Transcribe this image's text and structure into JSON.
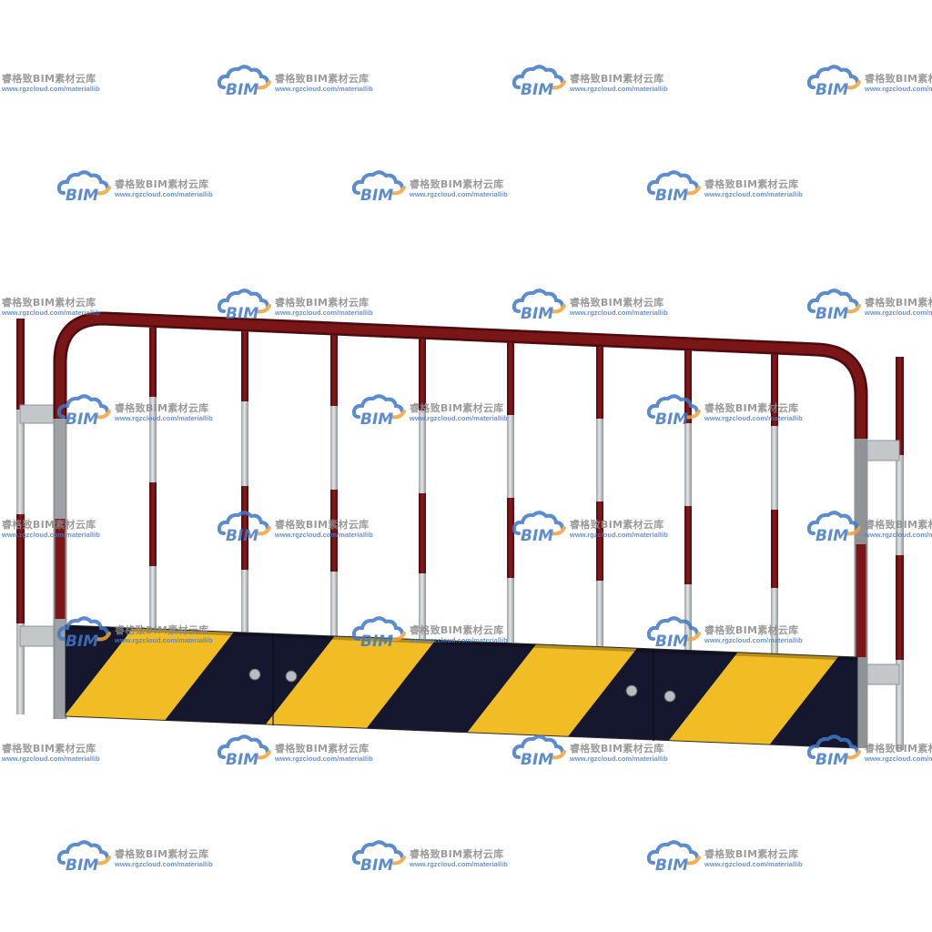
{
  "image": {
    "subject": "construction-site-safety-barrier",
    "colors": {
      "background": "#ffffff",
      "frame_red": "#7a1518",
      "frame_red_dark": "#4e0b0d",
      "steel_silver": "#c9ccce",
      "steel_shadow": "#8f9397",
      "stripe_yellow": "#f2bd24",
      "stripe_black": "#15172e",
      "watermark_blue": "#3f78c8",
      "watermark_orange": "#f2a23a",
      "watermark_text": "#8a8a8a"
    }
  },
  "watermark": {
    "logo_text": "BIM",
    "name": "睿格致BIM素材云库",
    "url": "www.rgzcloud.com/materiallib",
    "icon": "cloud-logo-icon"
  }
}
